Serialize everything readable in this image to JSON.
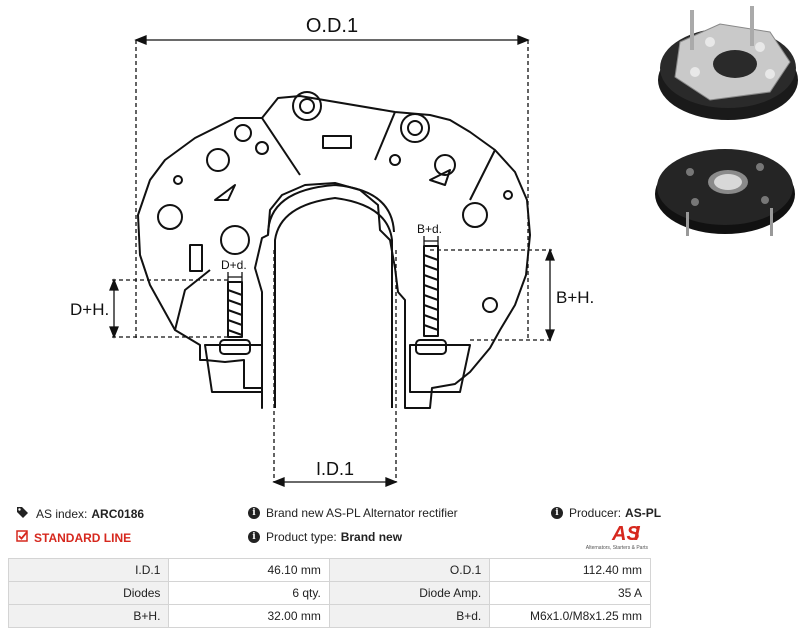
{
  "diagram": {
    "od_label": "O.D.1",
    "id_label": "I.D.1",
    "bh_label": "B+H.",
    "dh_label": "D+H.",
    "bd_label": "B+d.",
    "dd_label": "D+d."
  },
  "info": {
    "as_index_label": "AS index:",
    "as_index_value": "ARC0186",
    "description": "Brand new AS-PL Alternator rectifier",
    "producer_label": "Producer:",
    "producer_value": "AS-PL",
    "line": "STANDARD LINE",
    "product_type_label": "Product type:",
    "product_type_value": "Brand new"
  },
  "logo": {
    "brand": "AS",
    "tagline": "Alternators, Starters & Parts"
  },
  "specs": [
    {
      "k1": "I.D.1",
      "v1": "46.10 mm",
      "k2": "O.D.1",
      "v2": "112.40 mm"
    },
    {
      "k1": "Diodes",
      "v1": "6 qty.",
      "k2": "Diode Amp.",
      "v2": "35 A"
    },
    {
      "k1": "B+H.",
      "v1": "32.00 mm",
      "k2": "B+d.",
      "v2": "M6x1.0/M8x1.25 mm"
    }
  ],
  "colors": {
    "accent_red": "#d6281e",
    "ink": "#222222",
    "key_cell": "#f1f1f1",
    "border": "#d4d4d4"
  },
  "icons": [
    "tags-icon",
    "info-icon",
    "checkbox-icon"
  ]
}
